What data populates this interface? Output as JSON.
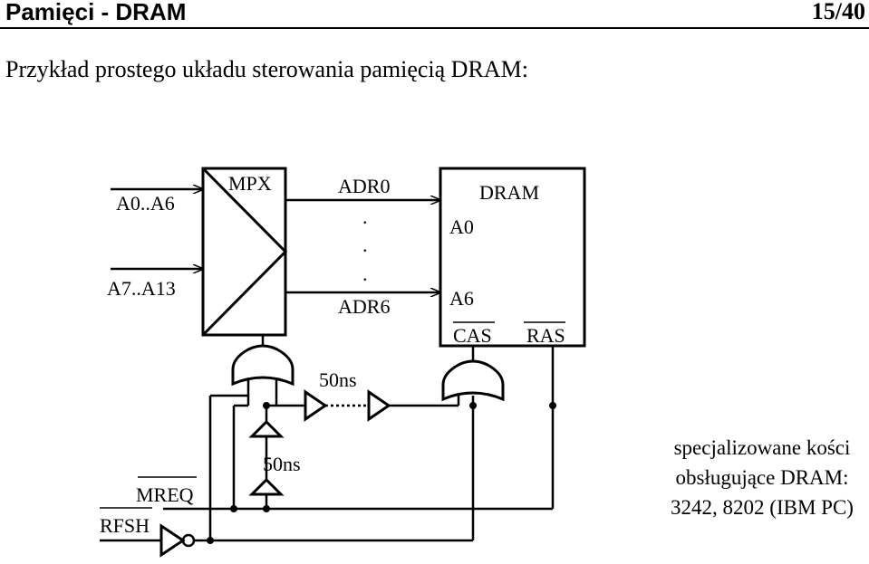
{
  "header": {
    "title": "Pamięci - DRAM",
    "page": "15/40"
  },
  "subtitle": "Przykład prostego układu sterowania pamięcią DRAM:",
  "diagram": {
    "inputs": {
      "low": "A0..A6",
      "high": "A7..A13"
    },
    "mux_label": "MPX",
    "outputs": {
      "first": "ADR0",
      "last": "ADR6",
      "dots": "."
    },
    "dram": {
      "title": "DRAM",
      "pin_first": "A0",
      "pin_last": "A6",
      "cas": "CAS",
      "ras": "RAS"
    },
    "delay_top": "50ns",
    "delay_bottom": "50ns",
    "signals": {
      "mreq": "MREQ",
      "rfsh": "RFSH"
    }
  },
  "note": {
    "line1": "specjalizowane kości",
    "line2": "obsługujące DRAM:",
    "line3": "3242, 8202 (IBM PC)"
  }
}
